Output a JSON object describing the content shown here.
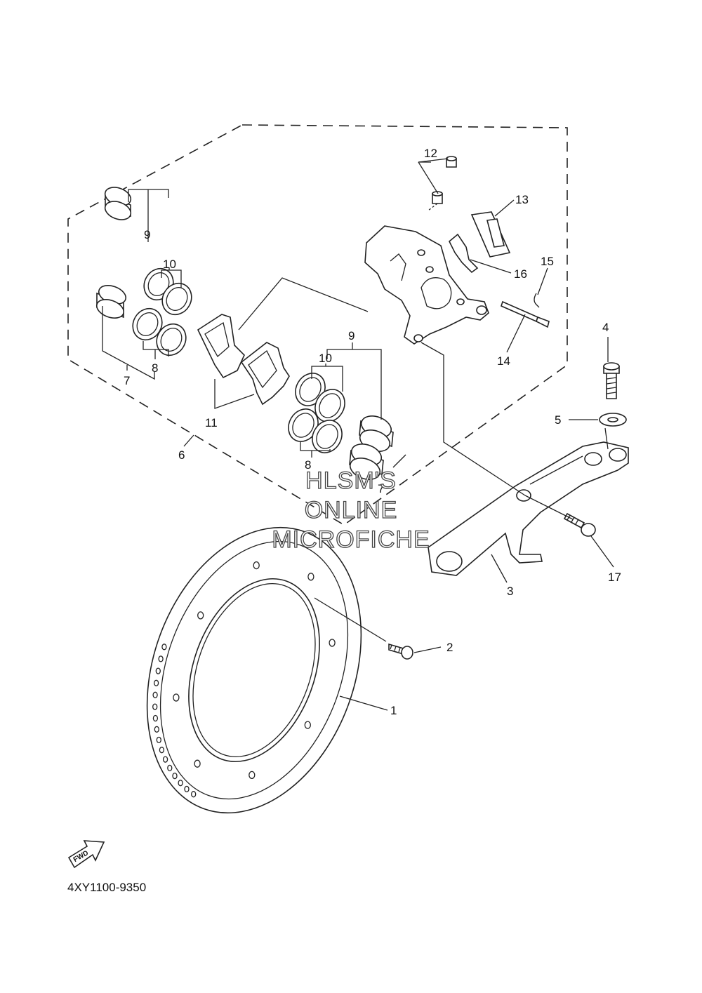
{
  "diagram": {
    "part_code": "4XY1100-9350",
    "fwd_label": "FWD",
    "watermark": [
      "HLSM'S",
      "ONLINE",
      "MICROFICHE"
    ],
    "callouts": [
      "1",
      "2",
      "3",
      "4",
      "5",
      "6",
      "7",
      "8",
      "9",
      "10",
      "11",
      "12",
      "13",
      "14",
      "15",
      "16",
      "17"
    ],
    "repeat_callouts": {
      "seven_b": "7",
      "eight_b": "8",
      "nine_b": "9",
      "ten_b": "10"
    }
  }
}
